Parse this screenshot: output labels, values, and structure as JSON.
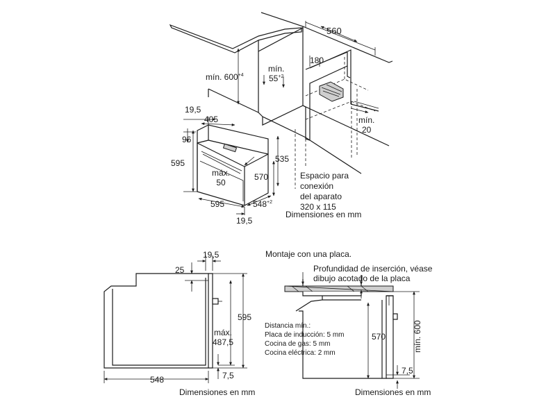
{
  "top_view": {
    "dim_560": "560",
    "dim_min600": "mín. 600",
    "dim_min600_sup": "+4",
    "dim_min55": "mín.",
    "dim_min55_b": "55",
    "dim_min55_sup": "+2",
    "dim_180": "180",
    "dim_min20_a": "mín.",
    "dim_min20_b": "20",
    "dim_19_5_a": "19,5",
    "dim_405": "405",
    "dim_96": "96",
    "dim_595_h": "595",
    "dim_max50_a": "máx.",
    "dim_max50_b": "50",
    "dim_570": "570",
    "dim_535": "535",
    "dim_595_w": "595",
    "dim_548": "548",
    "dim_548_sup": "+2",
    "dim_19_5_b": "19,5",
    "space_label_1": "Espacio para",
    "space_label_2": "conexión",
    "space_label_3": "del aparato",
    "space_label_4": "320 x 115",
    "units": "Dimensiones en mm"
  },
  "side_view": {
    "dim_19_5": "19,5",
    "dim_25": "25",
    "dim_595": "595",
    "dim_max_a": "máx.",
    "dim_max_b": "487,5",
    "dim_548": "548",
    "dim_7_5": "7,5",
    "units": "Dimensiones en mm"
  },
  "hob_view": {
    "title": "Montaje con una placa.",
    "depth_note_1": "Profundidad de inserción, véase",
    "depth_note_2": "dibujo acotado de la placa",
    "dist_title": "Distancia mín.:",
    "dist_induction": "Placa de inducción: 5 mm",
    "dist_gas": "Cocina de gas: 5 mm",
    "dist_electric": "Cocina eléctrica: 2 mm",
    "dim_570": "570",
    "dim_min600": "mín. 600",
    "dim_7_5": "7,5",
    "units": "Dimensiones en mm"
  }
}
